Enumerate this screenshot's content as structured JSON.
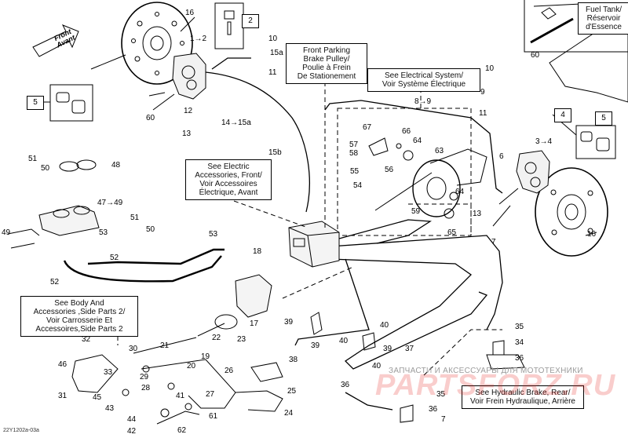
{
  "diagram_code": "22Y1202a-03a",
  "watermark": {
    "text": "ЗАПЧАСТИ И АКСЕССУАРЫ ДЛЯ МОТОТЕХНИКИ",
    "logo": "PARTSFORZ.RU"
  },
  "front_arrow": {
    "line1": "Front",
    "line2": "Avant"
  },
  "callouts": {
    "fuel_tank": {
      "line1": "Fuel Tank/",
      "line2": "Réservoir",
      "line3": "d'Essence"
    },
    "parking_pulley": {
      "line1": "Front Parking",
      "line2": "Brake Pulley/",
      "line3": "Poulie à Frein",
      "line4": "De Stationement"
    },
    "electrical_system": {
      "line1": "See Electrical System/",
      "line2": "Voir Système Électrique"
    },
    "electric_accessories": {
      "line1": "See Electric",
      "line2": "Accessories, Front/",
      "line3": "Voir Accessoires",
      "line4": "Électrique, Avant"
    },
    "body_accessories": {
      "line1": "See Body And",
      "line2": "Accessories ,Side Parts 2/",
      "line3": "Voir Carrosserie Et",
      "line4": "Accessoires,Side Parts 2"
    },
    "hydraulic_rear": {
      "line1": "See Hydraulic Brake, Rear/",
      "line2": "Voir Frein Hydraulique, Arrière"
    }
  },
  "boxed_numbers": [
    "2",
    "5",
    "4",
    "5"
  ],
  "part_numbers": [
    "16",
    "1→2",
    "10",
    "15a",
    "11",
    "12",
    "13",
    "14→15a",
    "15b",
    "8→9",
    "10",
    "9",
    "11",
    "3→4",
    "6",
    "67",
    "66",
    "64",
    "57",
    "58",
    "63",
    "56",
    "55",
    "54",
    "59",
    "64",
    "65",
    "13",
    "7",
    "16",
    "51",
    "50",
    "48",
    "47→49",
    "51",
    "50",
    "49",
    "53",
    "52",
    "52",
    "53",
    "18",
    "17",
    "22",
    "23",
    "32",
    "30",
    "21",
    "20",
    "19",
    "46",
    "31",
    "33",
    "29",
    "28",
    "27",
    "26",
    "25",
    "24",
    "45",
    "43",
    "44",
    "42",
    "41",
    "61",
    "62",
    "60",
    "39",
    "40",
    "39",
    "40",
    "39",
    "40",
    "37",
    "38",
    "36",
    "35",
    "34",
    "36",
    "35",
    "36",
    "7",
    "60"
  ]
}
